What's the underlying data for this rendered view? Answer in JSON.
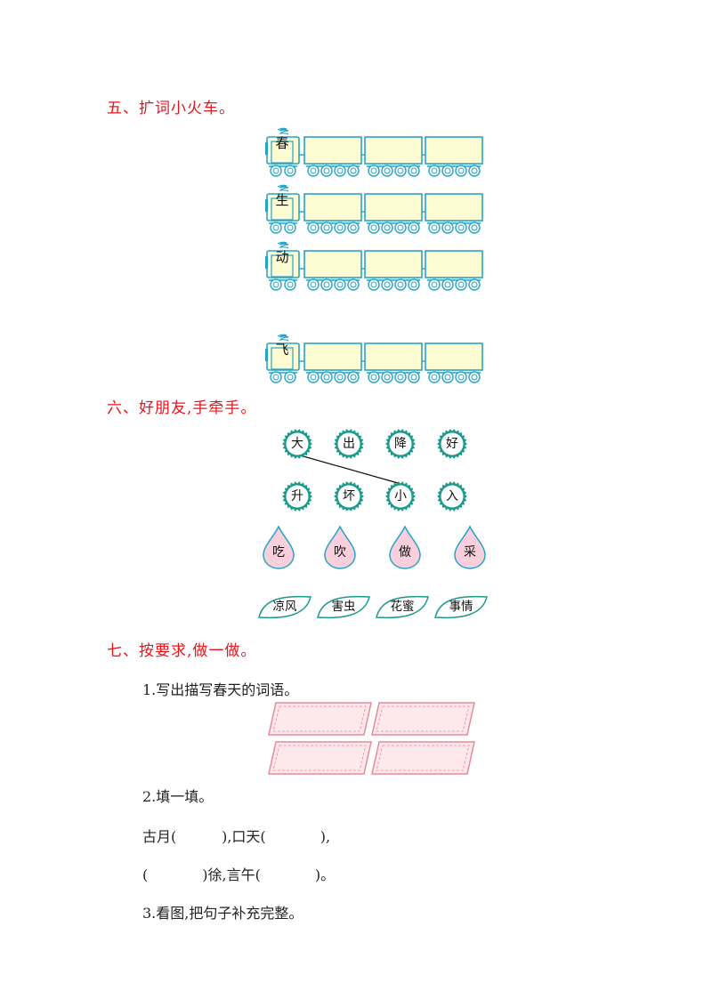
{
  "section5": {
    "title": "五、扩词小火车。",
    "trains": [
      "春",
      "生",
      "动",
      "飞"
    ]
  },
  "section6": {
    "title": "六、好朋友,手牵手。",
    "row1": [
      "大",
      "出",
      "降",
      "好"
    ],
    "row2": [
      "升",
      "坏",
      "小",
      "入"
    ],
    "drops": [
      "吃",
      "吹",
      "做",
      "采"
    ],
    "leaves": [
      "凉风",
      "害虫",
      "花蜜",
      "事情"
    ]
  },
  "section7": {
    "title": "七、按要求,做一做。",
    "q1": "1.写出描写春天的词语。",
    "q2": "2.填一填。",
    "fill_line1": "古月(          ),口天(            ),",
    "fill_line2": "(            )徐,言午(            )。",
    "q3": "3.看图,把句子补充完整。"
  },
  "colors": {
    "heading": "#e8141b",
    "train_stroke": "#27a3c8",
    "train_fill": "#fefcd2",
    "bubble": "#1a9a8c",
    "drop_fill": "#f9cfdc",
    "drop_stroke": "#27a3c8",
    "box_stroke": "#e9899a",
    "box_fill": "#fde8ec"
  }
}
